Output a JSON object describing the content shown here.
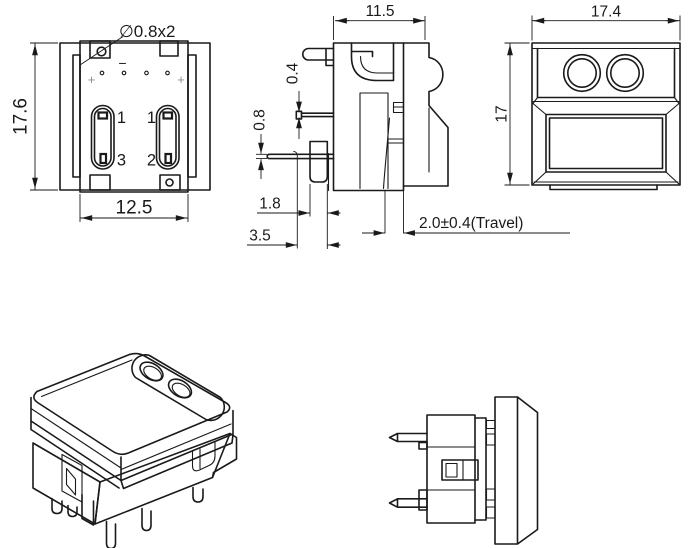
{
  "colors": {
    "line": "#1a1a1a",
    "background": "#ffffff",
    "plus_mark_gray": "#8f8f8f"
  },
  "bottom_view": {
    "dim_height": "17.6",
    "dim_width": "12.5",
    "hole_callout": "∅0.8x2",
    "minus_mark": "−",
    "plus_mark_left": "+",
    "plus_mark_right": "+",
    "terminal_left_top": "1",
    "terminal_left_bottom": "3",
    "terminal_right_top": "1",
    "terminal_right_bottom": "2"
  },
  "side_view": {
    "dim_width": "11.5",
    "dim_pin_thin": "0.4",
    "dim_pin_thick": "0.8",
    "dim_peg_width": "1.8",
    "dim_peg_offset": "3.5",
    "dim_travel": "2.0±0.4(Travel)"
  },
  "front_view": {
    "dim_width": "17.4",
    "dim_height": "17"
  }
}
